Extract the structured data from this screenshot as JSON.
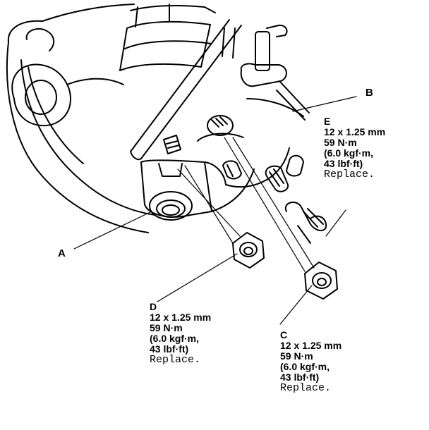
{
  "labels": {
    "A": "A",
    "B": "B",
    "C": "C",
    "D": "D",
    "E": "E"
  },
  "specs": {
    "E": {
      "size": "12 x 1.25 mm",
      "torque_nm": "59 N·m",
      "torque_kgf": "(6.0 kgf·m,",
      "torque_lbf": "43 lbf·ft)",
      "note": "Replace."
    },
    "D": {
      "size": "12 x 1.25 mm",
      "torque_nm": "59 N·m",
      "torque_kgf": "(6.0 kgf·m,",
      "torque_lbf": "43 lbf·ft)",
      "note": "Replace."
    },
    "C": {
      "size": "12 x 1.25 mm",
      "torque_nm": "59 N·m",
      "torque_kgf": "(6.0 kgf·m,",
      "torque_lbf": "43 lbf·ft)",
      "note": "Replace."
    }
  },
  "colors": {
    "ink": "#000000",
    "paper": "#ffffff"
  }
}
